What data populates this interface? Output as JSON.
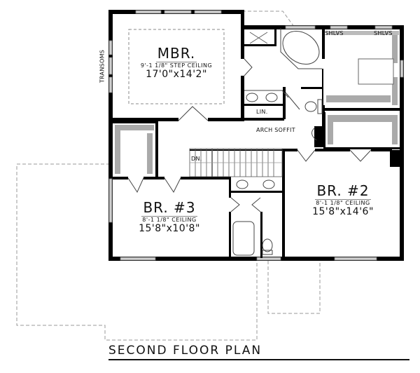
{
  "title": "SECOND FLOOR PLAN",
  "colors": {
    "wall": "#000000",
    "window": "#bdbdbd",
    "dashed_outline": "#9a9a9a",
    "background": "#ffffff"
  },
  "rooms": [
    {
      "id": "mbr",
      "name": "MBR.",
      "ceiling": "9'-1 1/8\" STEP CEILING",
      "dimensions": "17'0\"x14'2\""
    },
    {
      "id": "br2",
      "name": "BR. #2",
      "ceiling": "8'-1 1/8\" CEILING",
      "dimensions": "15'8\"x14'6\""
    },
    {
      "id": "br3",
      "name": "BR. #3",
      "ceiling": "8'-1 1/8\" CEILING",
      "dimensions": "15'8\"x10'8\""
    }
  ],
  "annotations": {
    "transoms": "TRANSOMS",
    "shelves_left": "SHLVS",
    "shelves_right": "SHLVS",
    "linen": "LIN.",
    "arch_soffit": "ARCH SOFFIT",
    "stairs_down": "DN."
  },
  "fixtures": [
    "shower",
    "soaking-tub",
    "double-vanity-master",
    "toilet-master",
    "walk-in-closet-master",
    "closet-br2",
    "closet-br3",
    "linen-closet",
    "stairs",
    "double-vanity-hall-bath",
    "bathtub-hall-bath",
    "toilet-hall-bath"
  ]
}
